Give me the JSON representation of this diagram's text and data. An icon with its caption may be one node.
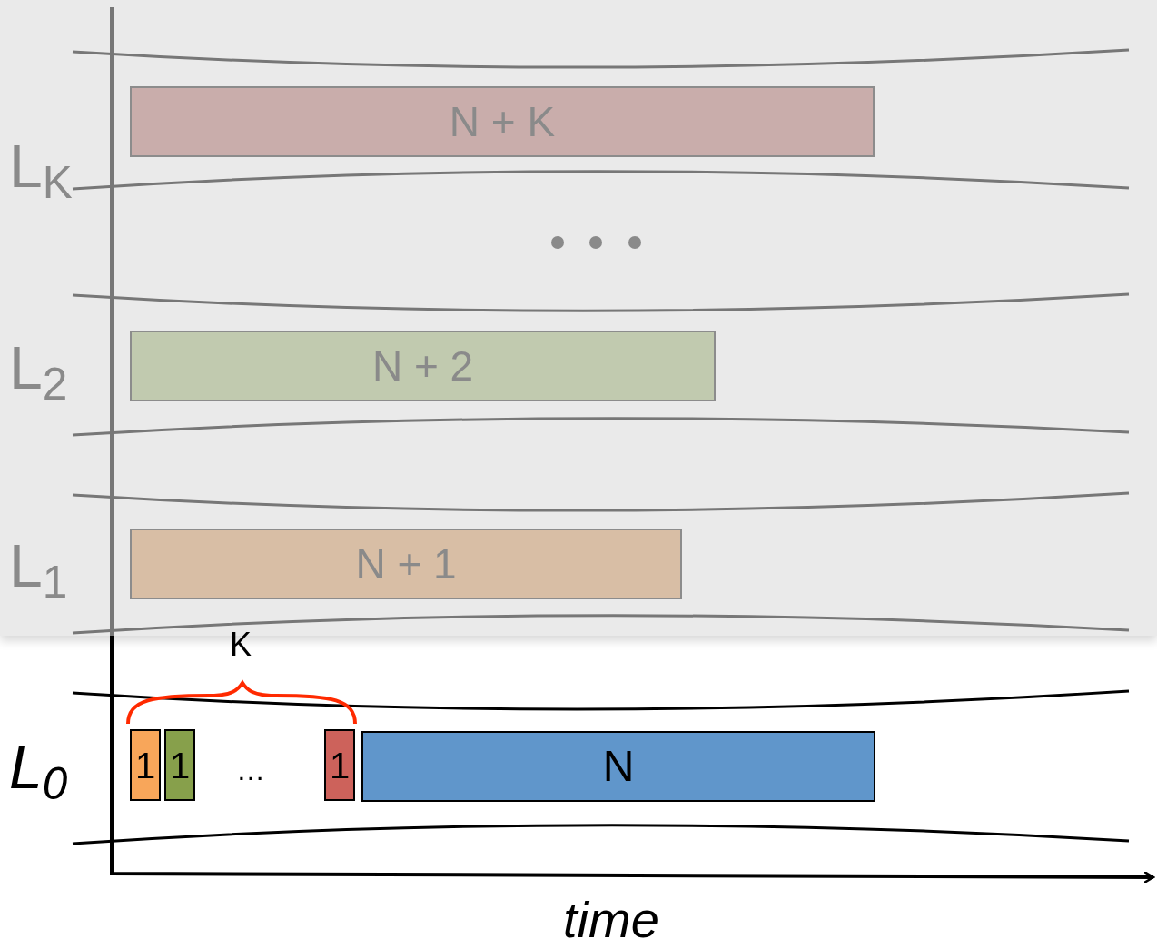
{
  "diagram": {
    "nodes": [
      {
        "text": [
          "N + K"
        ]
      },
      {
        "text": [
          "N + 2"
        ]
      },
      {
        "text": [
          "N + 1"
        ]
      },
      {
        "text": [
          "1"
        ]
      },
      {
        "text": [
          "1"
        ]
      },
      {
        "text": [
          "1"
        ]
      },
      {
        "text": [
          "N"
        ]
      }
    ],
    "labels": [
      "L$_{K}$",
      "L$_{2}$",
      "L$_{1}$",
      "K",
      "L$_{0}$",
      "…",
      "time"
    ]
  }
}
